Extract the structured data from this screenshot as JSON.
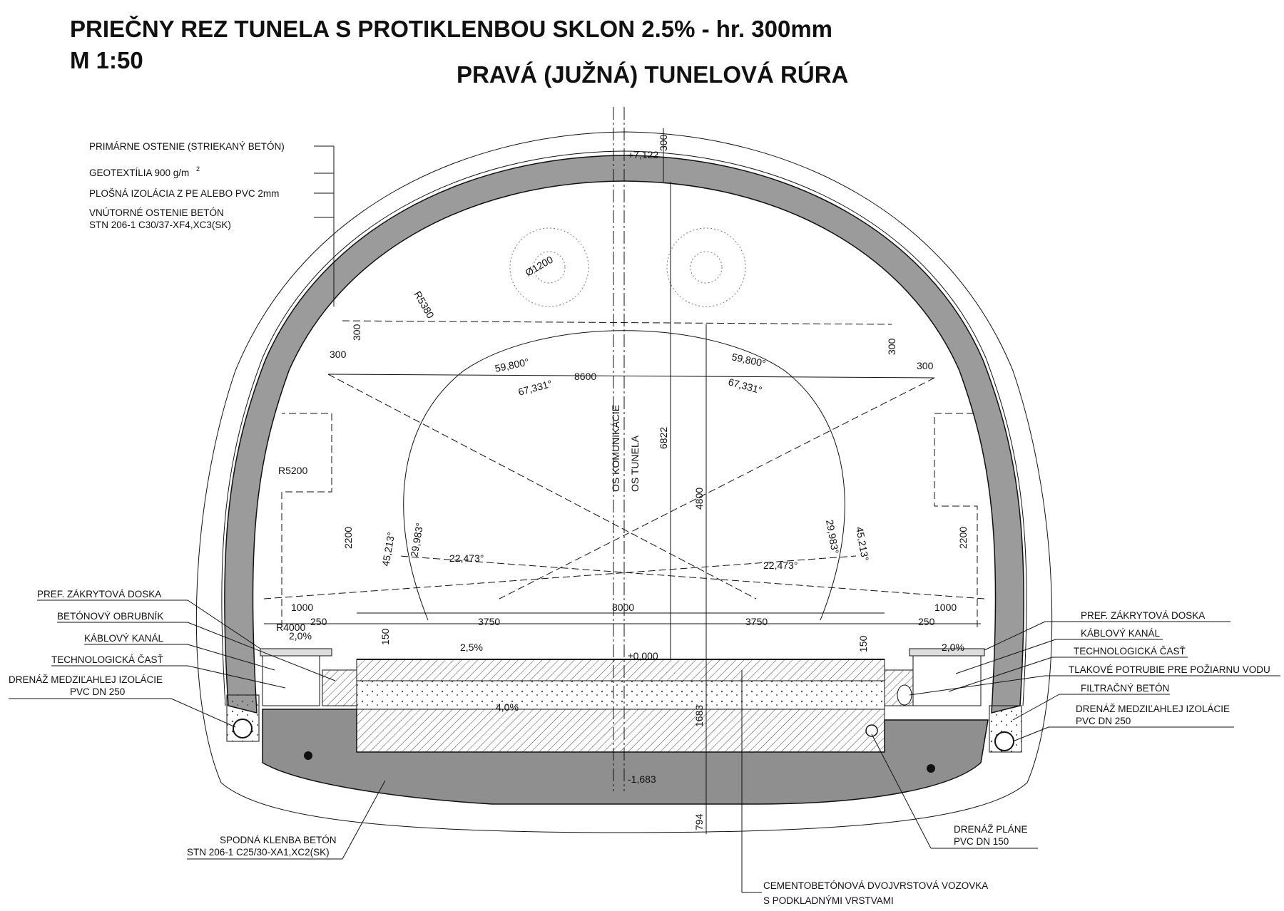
{
  "titles": {
    "main": "PRIEČNY REZ TUNELA S PROTIKLENBOU SKLON 2.5% - hr. 300mm",
    "scale": "M 1:50",
    "tube": "PRAVÁ (JUŽNÁ) TUNELOVÁ RÚRA"
  },
  "layers_legend": {
    "primary_lining": "PRIMÁRNE OSTENIE (STRIEKANÝ BETÓN)",
    "geotextile": "GEOTEXTÍLIA 900 g/m",
    "geotextile_exp": "2",
    "insulation": "PLOŠNÁ IZOLÁCIA Z PE ALEBO PVC 2mm",
    "inner_lining_1": "VNÚTORNÉ OSTENIE  BETÓN",
    "inner_lining_2": "STN 206-1  C30/37-XF4,XC3(SK)"
  },
  "left_labels": {
    "pref_cover": "PREF. ZÁKRYTOVÁ DOSKA",
    "curb": "BETÓNOVÝ OBRUBNÍK",
    "cable_channel": "KÁBLOVÝ KANÁL",
    "tech_part": "TECHNOLOGICKÁ ČASŤ",
    "drain_1": "DRENÁŽ MEDZIĽAHLEJ IZOLÁCIE",
    "drain_2": "PVC DN 250"
  },
  "right_labels": {
    "pref_cover": "PREF. ZÁKRYTOVÁ DOSKA",
    "cable_channel": "KÁBLOVÝ KANÁL",
    "tech_part": "TECHNOLOGICKÁ ČASŤ",
    "fire_pipe": "TLAKOVÉ POTRUBIE PRE POŽIARNU VODU",
    "filter_concrete": "FILTRAČNÝ BETÓN",
    "drain_1": "DRENÁŽ MEDZIĽAHLEJ IZOLÁCIE",
    "drain_2": "PVC DN 250"
  },
  "bottom_labels": {
    "invert_1": "SPODNÁ KLENBA BETÓN",
    "invert_2": "STN 206-1  C25/30-XA1,XC2(SK)",
    "drain_plane_1": "DRENÁŽ PLÁNE",
    "drain_plane_2": "PVC DN 150",
    "pavement_1": "CEMENTOBETÓNOVÁ DVOJVRSTOVÁ VOZOVKA",
    "pavement_2": "S PODKLADNÝMI VRSTVAMI"
  },
  "axes": {
    "road_axis": "OS KOMUNIKÁCIE",
    "tunnel_axis": "OS TUNELA"
  },
  "dimensions": {
    "crown_level": "+7,122",
    "road_level": "±0,000",
    "bottom_level": "-1,683",
    "lining_thickness": "300",
    "radius_outer": "R5380",
    "radius_inner": "R5200",
    "radius_kerb": "R4000",
    "fan_diameter": "Ø1200",
    "clear_width_top": "8600",
    "road_width": "8000",
    "lane_left": "3750",
    "lane_right": "3750",
    "edge_250_left": "250",
    "edge_250_right": "250",
    "walkway_left": "1000",
    "walkway_right": "1000",
    "clear_height": "4800",
    "total_height": "6822",
    "side_height_left": "2200",
    "side_height_right": "2200",
    "offset_300_a": "300",
    "offset_300_b": "300",
    "offset_300_c": "300",
    "offset_300_d": "300",
    "kerb_150_left": "150",
    "kerb_150_right": "150",
    "depth_1683": "1683",
    "invert_794": "794",
    "angle_598_left": "59,800°",
    "angle_598_right": "59,800°",
    "angle_673_left": "67,331°",
    "angle_673_right": "67,331°",
    "angle_452_left": "45,213°",
    "angle_452_right": "45,213°",
    "angle_2998_left": "29,983°",
    "angle_2998_right": "29,983°",
    "angle_2247_left": "22,473°",
    "angle_2247_right": "22,473°",
    "slope_road": "2,5%",
    "slope_walk_left": "2,0%",
    "slope_walk_right": "2,0%",
    "slope_base": "4,0%"
  },
  "colors": {
    "lining_fill": "#9b9b9b",
    "invert_fill": "#8f8f8f",
    "line": "#111111"
  }
}
